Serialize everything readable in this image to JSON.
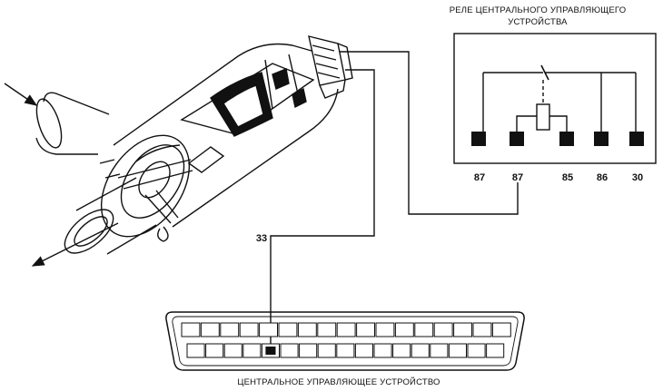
{
  "relay": {
    "title_line1": "РЕЛЕ ЦЕНТРАЛЬНОГО УПРАВЛЯЮЩЕГО",
    "title_line2": "УСТРОЙСТВА",
    "terminals": [
      "87",
      "87",
      "85",
      "86",
      "30"
    ]
  },
  "wire": {
    "pin_label": "33"
  },
  "ecu": {
    "label": "ЦЕНТРАЛЬНОЕ УПРАВЛЯЮЩЕЕ УСТРОЙСТВО",
    "top_row_slots": 17,
    "bottom_row_slots": 17,
    "highlighted_slot": 5
  },
  "colors": {
    "ink": "#111111",
    "background": "#ffffff"
  }
}
